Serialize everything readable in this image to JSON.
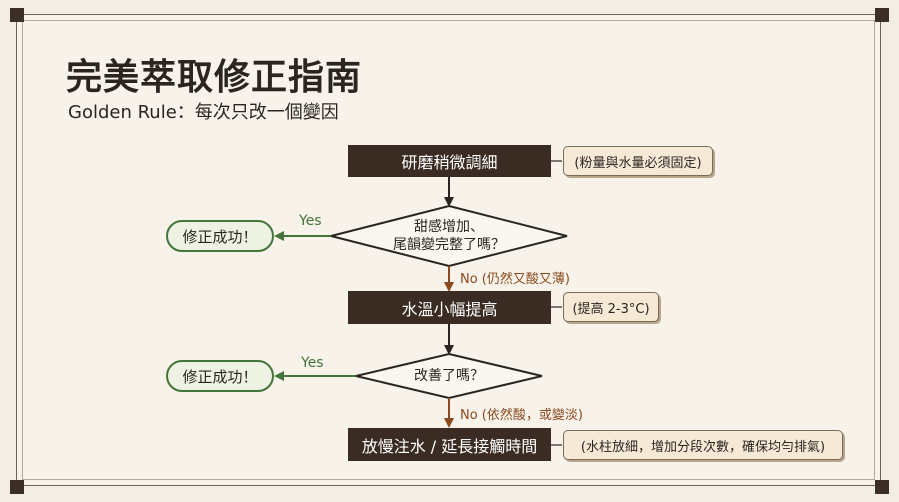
{
  "title": "完美萃取修正指南",
  "subtitle": "Golden Rule：每次只改一個變因",
  "steps": {
    "grind": "研磨稍微調細",
    "water_temp": "水溫小幅提高",
    "slow_pour": "放慢注水 / 延長接觸時間"
  },
  "notes": {
    "grind": "(粉量與水量必須固定)",
    "water_temp": "(提高 2-3°C)",
    "slow_pour": "(水柱放細，增加分段次數，確保均勻排氣)"
  },
  "decisions": {
    "first_line1": "甜感增加、",
    "first_line2": "尾韻變完整了嗎？",
    "second": "改善了嗎？"
  },
  "branches": {
    "yes": "Yes",
    "no_first": "No (仍然又酸又薄)",
    "no_second": "No (依然酸，或變淡)"
  },
  "outcomes": {
    "success_1": "修正成功！",
    "success_2": "修正成功！"
  },
  "colors": {
    "box_fill": "#3a2c22",
    "success_green": "#43743a",
    "no_orange": "#8a4a1e",
    "note_fill": "#f6ead7"
  }
}
